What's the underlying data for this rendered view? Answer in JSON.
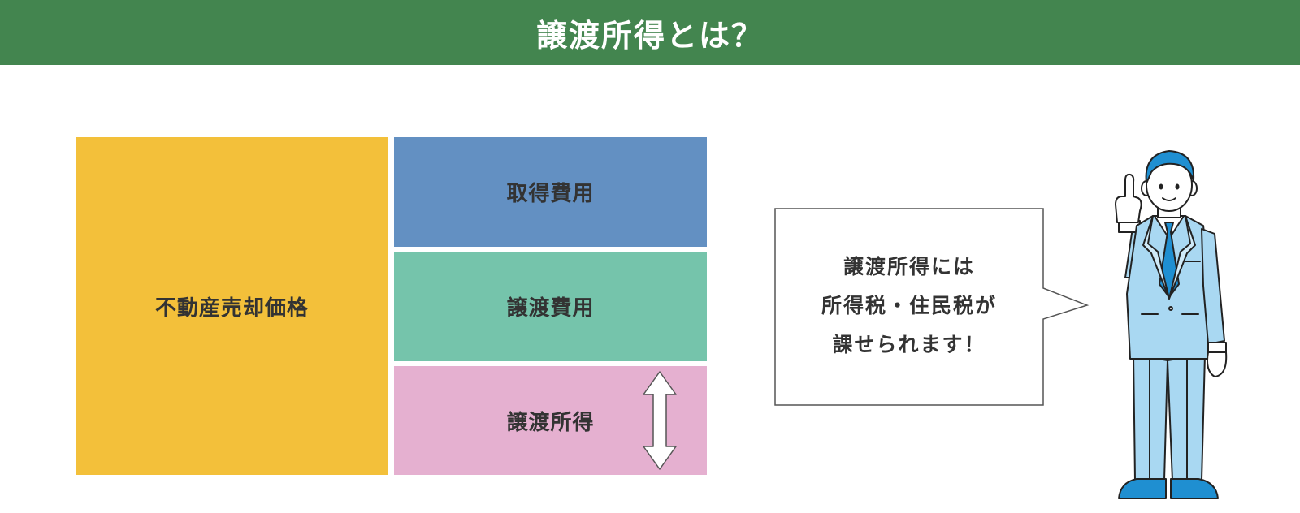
{
  "header": {
    "title": "譲渡所得とは？"
  },
  "diagram": {
    "sale_price_label": "不動産売却価格",
    "acquisition_cost_label": "取得費用",
    "transfer_expense_label": "譲渡費用",
    "capital_gain_label": "譲渡所得"
  },
  "speech": {
    "lines": [
      "譲渡所得には",
      "所得税・住民税が",
      "課せられます！"
    ]
  },
  "colors": {
    "header": "#43854f",
    "sale_price": "#f3c03a",
    "acquisition_cost": "#6390c2",
    "transfer_expense": "#75c4ab",
    "capital_gain": "#e5b0d0",
    "suit": "#a9d8f2",
    "tie": "#1f8fd1"
  }
}
